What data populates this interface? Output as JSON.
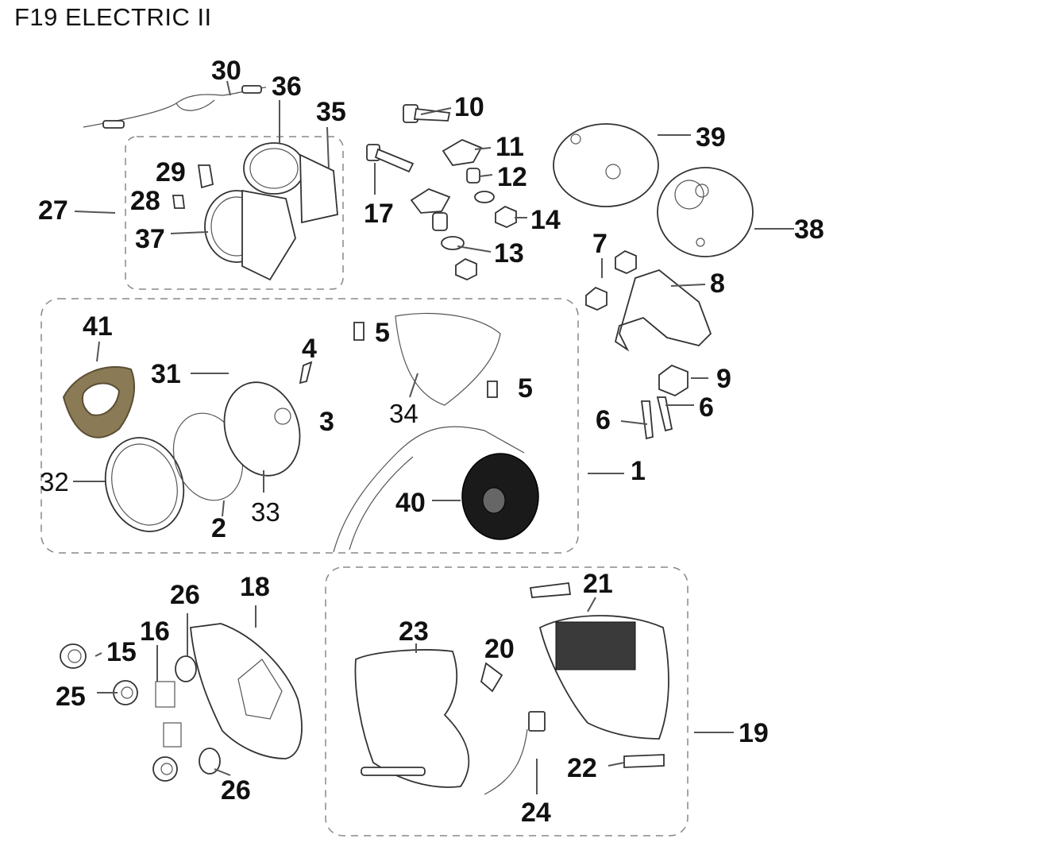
{
  "title": "F19 ELECTRIC II",
  "callouts": {
    "c1": "1",
    "c2": "2",
    "c3": "3",
    "c4": "4",
    "c5a": "5",
    "c5b": "5",
    "c6a": "6",
    "c6b": "6",
    "c7": "7",
    "c8": "8",
    "c9": "9",
    "c10": "10",
    "c11": "11",
    "c12": "12",
    "c13": "13",
    "c14": "14",
    "c15": "15",
    "c16": "16",
    "c17": "17",
    "c18": "18",
    "c19": "19",
    "c20": "20",
    "c21": "21",
    "c22": "22",
    "c23": "23",
    "c24": "24",
    "c25": "25",
    "c26a": "26",
    "c26b": "26",
    "c27": "27",
    "c28": "28",
    "c29": "29",
    "c30": "30",
    "c31": "31",
    "c32": "32",
    "c33": "33",
    "c34": "34",
    "c35": "35",
    "c36": "36",
    "c37": "37",
    "c38": "38",
    "c39": "39",
    "c40": "40",
    "c41": "41"
  },
  "colors": {
    "line": "#333333",
    "dashed_box": "#888888",
    "ring_41": "#8a7a55"
  }
}
